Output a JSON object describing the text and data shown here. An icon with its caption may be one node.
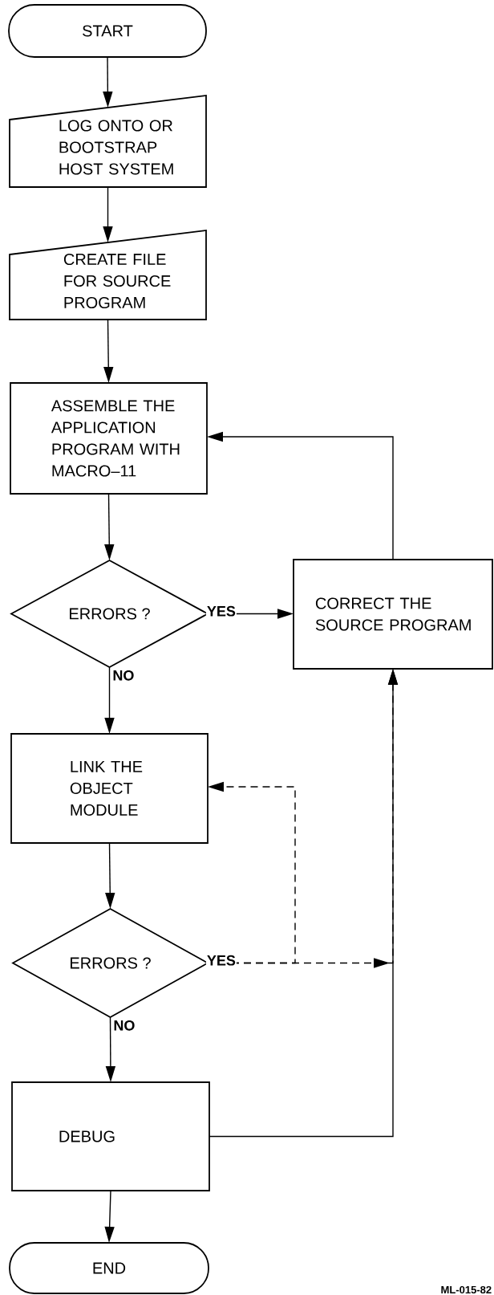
{
  "diagram": {
    "nodes": [
      {
        "text": [
          "START"
        ]
      },
      {
        "text": [
          "LOG ONTO OR BOOTSTRAP HOST SYSTEM"
        ]
      },
      {
        "text": [
          "CREATE FILE FOR SOURCE PROGRAM"
        ]
      },
      {
        "text": [
          "ASSEMBLE THE APPLICATION PROGRAM WITH MACRO–11"
        ]
      },
      {
        "text": [
          "ERRORS ?"
        ]
      },
      {
        "text": [
          "CORRECT THE SOURCE PROGRAM"
        ]
      },
      {
        "text": [
          "LINK THE OBJECT MODULE"
        ]
      },
      {
        "text": [
          "ERRORS ?"
        ]
      },
      {
        "text": [
          "DEBUG"
        ]
      },
      {
        "text": [
          "END"
        ]
      }
    ],
    "edges": [
      {
        "from": 0,
        "to": 1,
        "arrow": "to"
      },
      {
        "from": 1,
        "to": 2,
        "arrow": "to"
      },
      {
        "from": 2,
        "to": 3,
        "arrow": "to"
      },
      {
        "from": 3,
        "to": 4,
        "arrow": "to"
      },
      {
        "from": 4,
        "to": 5,
        "arrow": "to",
        "label": "YES"
      },
      {
        "from": 4,
        "to": 6,
        "arrow": "to",
        "label": "NO"
      },
      {
        "from": 5,
        "to": 3,
        "arrow": "to"
      },
      {
        "from": 6,
        "to": 7,
        "arrow": "to"
      },
      {
        "from": 7,
        "to": 6,
        "arrow": "to",
        "style": "dashed",
        "label": "YES"
      },
      {
        "from": 7,
        "to": 5,
        "arrow": "to",
        "style": "dashed"
      },
      {
        "from": 7,
        "to": 8,
        "arrow": "to",
        "label": "NO"
      },
      {
        "from": 8,
        "to": 5,
        "arrow": "to"
      },
      {
        "from": 8,
        "to": 9,
        "arrow": "to"
      }
    ],
    "labels": [
      "ML-015-82"
    ]
  }
}
